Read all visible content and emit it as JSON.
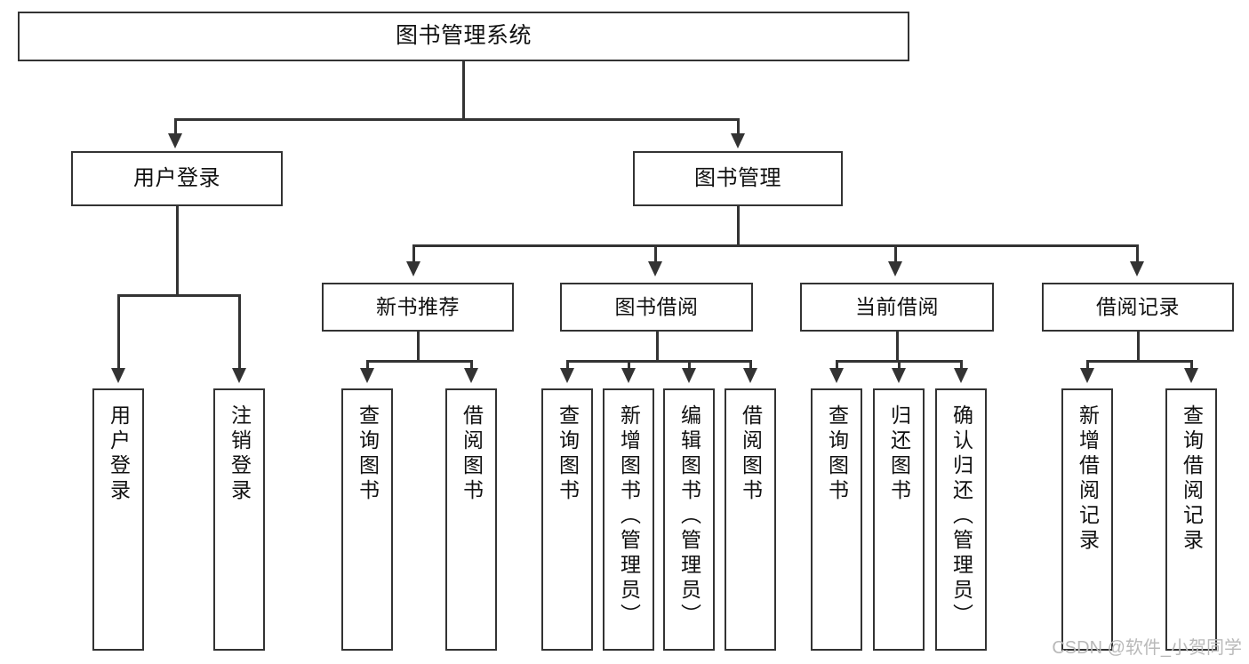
{
  "diagram": {
    "title": "图书管理系统",
    "type": "tree",
    "root": {
      "id": "root",
      "label": "图书管理系统"
    },
    "level2": [
      {
        "id": "user-login",
        "label": "用户登录"
      },
      {
        "id": "book-manage",
        "label": "图书管理"
      }
    ],
    "level3": [
      {
        "id": "new-book-recommend",
        "label": "新书推荐"
      },
      {
        "id": "book-borrow",
        "label": "图书借阅"
      },
      {
        "id": "current-borrow",
        "label": "当前借阅"
      },
      {
        "id": "borrow-record",
        "label": "借阅记录"
      }
    ],
    "leaves": {
      "user_login": [
        {
          "id": "leaf-user-login",
          "label": "用户登录"
        },
        {
          "id": "leaf-logout-login",
          "label": "注销登录"
        }
      ],
      "new_book_recommend": [
        {
          "id": "leaf-query-book-1",
          "label": "查询图书"
        },
        {
          "id": "leaf-borrow-book-1",
          "label": "借阅图书"
        }
      ],
      "book_borrow": [
        {
          "id": "leaf-query-book-2",
          "label": "查询图书"
        },
        {
          "id": "leaf-add-book",
          "label": "新增图书（管理员）"
        },
        {
          "id": "leaf-edit-book",
          "label": "编辑图书（管理员）"
        },
        {
          "id": "leaf-borrow-book-2",
          "label": "借阅图书"
        }
      ],
      "current_borrow": [
        {
          "id": "leaf-query-book-3",
          "label": "查询图书"
        },
        {
          "id": "leaf-return-book",
          "label": "归还图书"
        },
        {
          "id": "leaf-confirm-return",
          "label": "确认归还（管理员）"
        }
      ],
      "borrow_record": [
        {
          "id": "leaf-add-record",
          "label": "新增借阅记录"
        },
        {
          "id": "leaf-query-record",
          "label": "查询借阅记录"
        }
      ]
    }
  },
  "watermark": {
    "text": "CSDN @软件_小贺同学"
  },
  "colors": {
    "stroke": "#333333",
    "fill": "#ffffff",
    "text": "#111111",
    "watermark": "#b9b9b9"
  }
}
